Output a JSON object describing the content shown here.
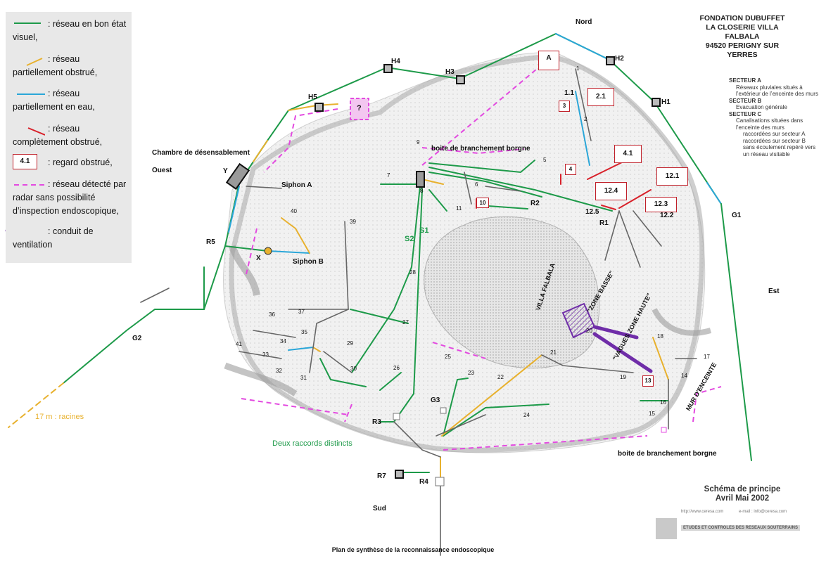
{
  "legend": {
    "items": [
      {
        "text": ": réseau en bon état visuel,",
        "color": "#1d9a49",
        "style": "solid"
      },
      {
        "text": ": réseau partiellement obstrué,",
        "color": "#e8b12e",
        "style": "solid"
      },
      {
        "text": ": réseau partiellement en eau,",
        "color": "#2aa6d8",
        "style": "solid"
      },
      {
        "text": ": réseau complètement obstrué,",
        "color": "#d8212a",
        "style": "solid"
      },
      {
        "text": ": regard obstrué,",
        "color": "#c0202a",
        "style": "box",
        "box_label": "4.1"
      },
      {
        "text": ": réseau détecté par radar sans possibilité d’inspection endoscopique,",
        "color": "#e34ae0",
        "style": "dashed"
      },
      {
        "text": ": conduit de ventilation",
        "color": "#6f2da8",
        "style": "thick"
      }
    ]
  },
  "title_block": {
    "line1": "FONDATION DUBUFFET",
    "line2": "LA CLOSERIE VILLA FALBALA",
    "line3": "94520 PERIGNY SUR YERRES"
  },
  "sectors": {
    "a_title": "SECTEUR A",
    "a_desc": "Réseaux pluviales situés à l’extérieur de l’enceinte des murs",
    "b_title": "SECTEUR B",
    "b_desc": "Evacuation générale",
    "c_title": "SECTEUR C",
    "c_desc": "Canalisations situées dans l’enceinte des murs",
    "c1": "raccordées sur secteur A",
    "c2": "raccordées sur secteur B",
    "c3": "sans écoulement repéré vers un réseau visitable"
  },
  "compass": {
    "north": "Nord",
    "south": "Sud",
    "east": "Est",
    "west": "Ouest"
  },
  "labels": {
    "chambre": "Chambre de désensablement",
    "siphon_a": "Siphon A",
    "siphon_b": "Siphon B",
    "boite1": "boite de branchement borgne",
    "boite2": "boite de branchement borgne",
    "villa": "VILLA FALBALA",
    "zone_basse": "\"ZONE BASSE\"",
    "zone_haute": "\"VAGUES ZONE HAUTE\"",
    "mur": "MUR D'ENCEINTE",
    "racines": "17 m : racines",
    "raccords": "Deux raccords distincts",
    "s1": "S1",
    "s2": "S2"
  },
  "nodes": {
    "h1": "H1",
    "h2": "H2",
    "h3": "H3",
    "h4": "H4",
    "h5": "H5",
    "g1": "G1",
    "g2": "G2",
    "g3": "G3",
    "r1": "R1",
    "r2": "R2",
    "r3": "R3",
    "r4": "R4",
    "r5": "R5",
    "r7": "R7",
    "x": "X",
    "y": "Y",
    "q": "?"
  },
  "boxes": {
    "a": "A",
    "b21": "2.1",
    "b3": "3",
    "b41": "4.1",
    "b4": "4",
    "b10": "10",
    "b121": "12.1",
    "b124": "12.4",
    "b123": "12.3",
    "b13": "13"
  },
  "numbers": {
    "n1": "1",
    "n11b": "1.1",
    "n2": "2",
    "n5": "5",
    "n6": "6",
    "n7": "7",
    "n8": "8",
    "n9": "9",
    "n11": "11",
    "n125": "12.5",
    "n122": "12.2",
    "n14": "14",
    "n15": "15",
    "n16": "16",
    "n17": "17",
    "n18": "18",
    "n19": "19",
    "n20": "20",
    "n21": "21",
    "n22": "22",
    "n23": "23",
    "n24": "24",
    "n25": "25",
    "n26": "26",
    "n27": "27",
    "n28": "28",
    "n29": "29",
    "n30": "30",
    "n31": "31",
    "n32": "32",
    "n33": "33",
    "n34": "34",
    "n35": "35",
    "n36": "36",
    "n37": "37",
    "n39": "39",
    "n40": "40",
    "n41": "41"
  },
  "schema": {
    "line1": "Schéma de principe",
    "line2": "Avril Mai 2002"
  },
  "company": {
    "name": "ETUDES ET CONTROLES DES RESEAUX SOUTERRAINS",
    "web": "http://www.ceresa.com",
    "mail": "e-mail : info@ceresa.com"
  },
  "caption": "Plan de synthèse de la reconnaissance endoscopique",
  "colors": {
    "good": "#1d9a49",
    "partial_obstructed": "#e8b12e",
    "water": "#2aa6d8",
    "blocked": "#d8212a",
    "radar": "#e34ae0",
    "vent": "#6f2da8"
  }
}
